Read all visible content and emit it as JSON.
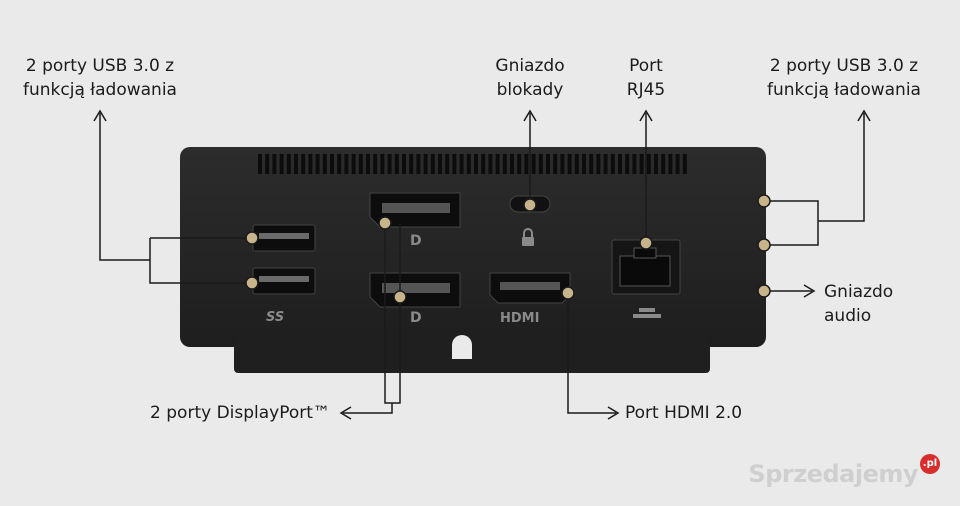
{
  "labels": {
    "usb_left": [
      "2 porty USB 3.0 z",
      "funkcją ładowania"
    ],
    "lock": [
      "Gniazdo",
      "blokady"
    ],
    "rj45": [
      "Port",
      "RJ45"
    ],
    "usb_right": [
      "2 porty USB 3.0 z",
      "funkcją ładowania"
    ],
    "audio": [
      "Gniazdo",
      "audio"
    ],
    "displayport": "2 porty DisplayPort™",
    "hdmi": "Port HDMI 2.0"
  },
  "port_markings": {
    "usb": "SS",
    "displayport": "D",
    "hdmi": "HDMI"
  },
  "watermark": {
    "text": "Sprzedajemy",
    "badge": ".pl"
  },
  "colors": {
    "background": "#eaeaea",
    "device_body": "#262626",
    "callout_dot": "#c8b48a",
    "text": "#1b1b1b"
  }
}
